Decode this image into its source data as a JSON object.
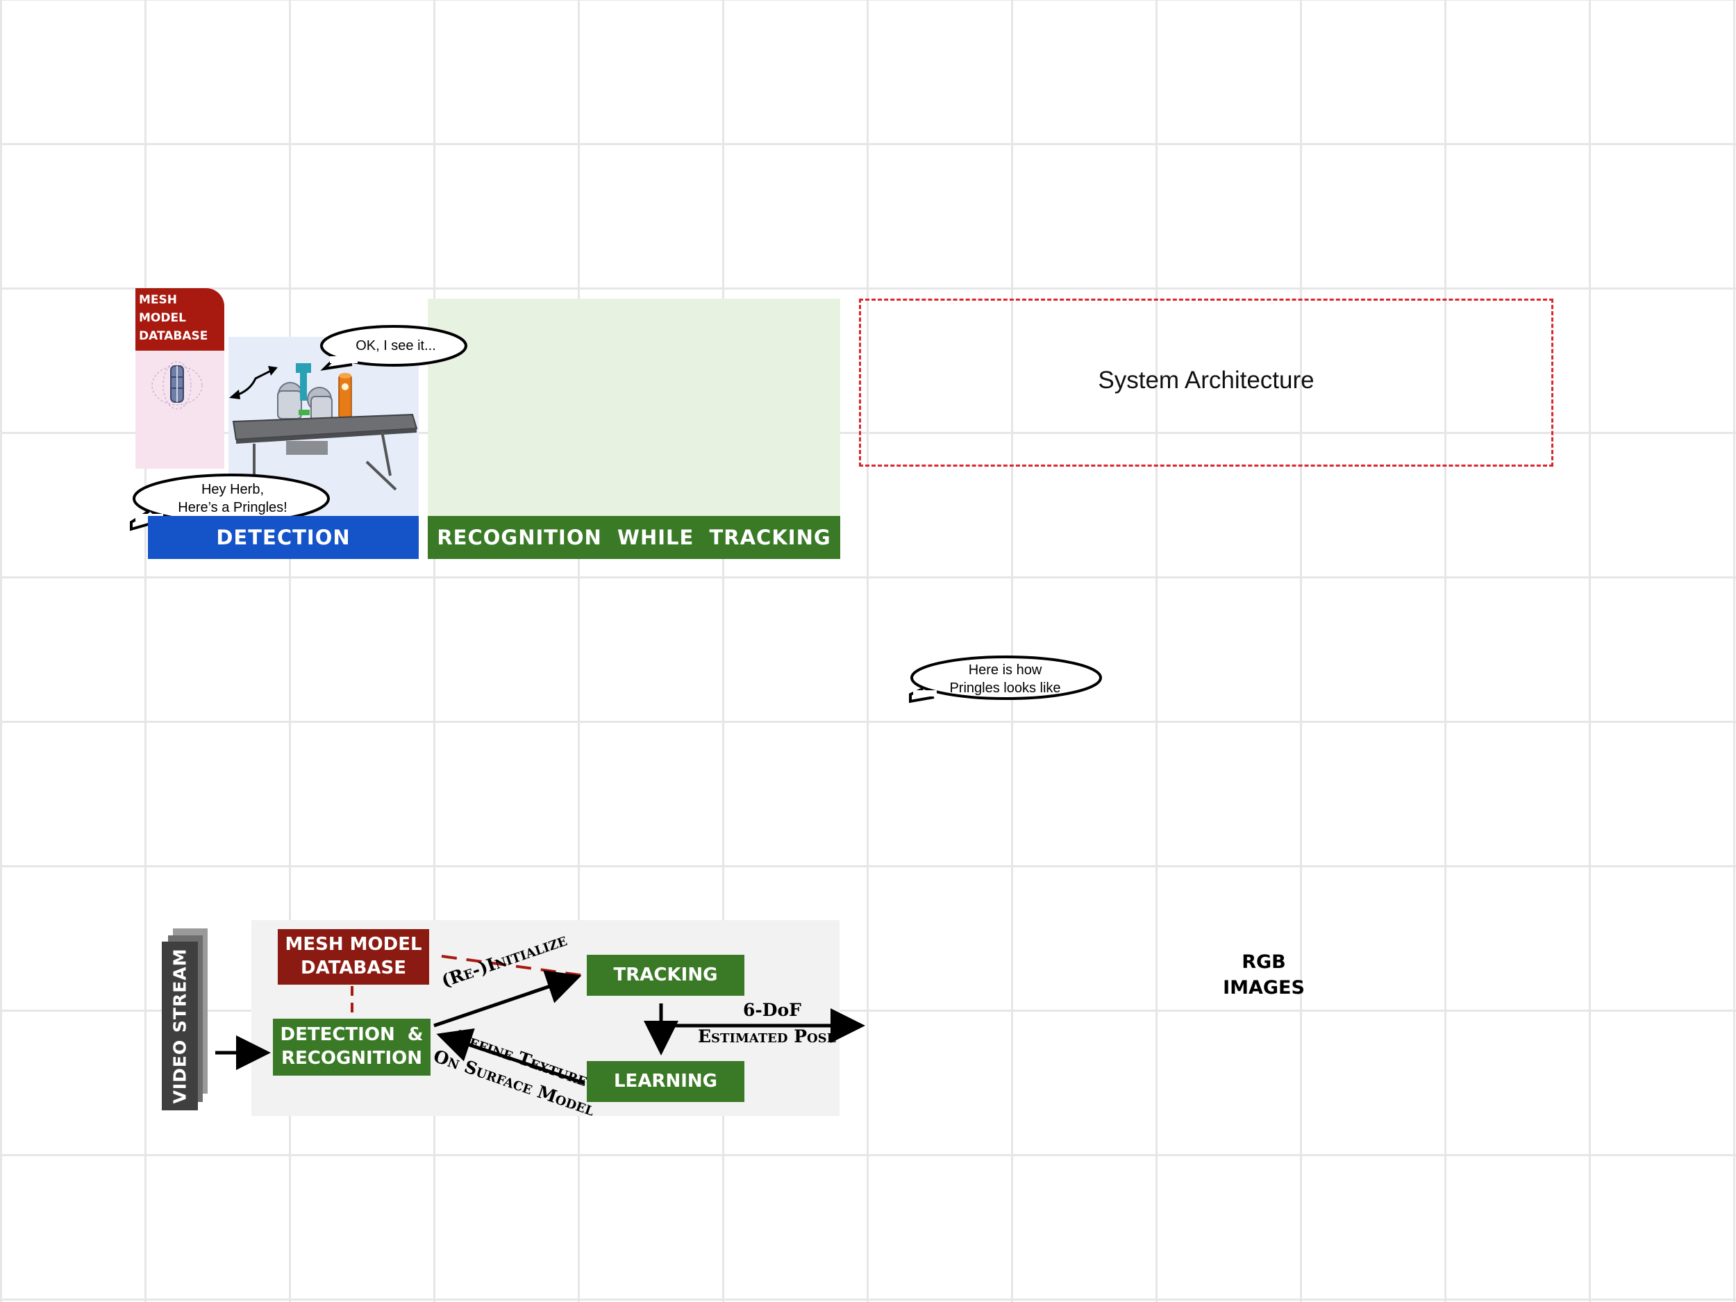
{
  "top_panel": {
    "mesh_db_tab": {
      "line1": "MESH",
      "line2": "MODEL",
      "line3": "DATABASE"
    },
    "detection_banner": "DETECTION",
    "tracking_banner": "RECOGNITION  WHILE  TRACKING",
    "bubble_robot": "OK, I see it...",
    "bubble_human": {
      "line1": "Hey Herb,",
      "line2": "Here’s a Pringles!"
    }
  },
  "system_architecture_title": "System Architecture",
  "bubble_pringles": {
    "line1": "Here is how",
    "line2": "Pringles looks like"
  },
  "flow_diagram": {
    "video_stream": "VIDEO STREAM",
    "mesh_model_db": {
      "line1": "MESH MODEL",
      "line2": "DATABASE"
    },
    "detection_recognition": {
      "line1": "DETECTION  &",
      "line2": "RECOGNITION"
    },
    "tracking": "TRACKING",
    "learning": "LEARNING",
    "reinitialize_label": "(Re-)Initialize",
    "refine_label_line1": "Refine Texture",
    "refine_label_line2": "On Surface Model",
    "pose_label_line1": "6-DoF",
    "pose_label_line2": "Estimated Pose"
  },
  "rgb_images": {
    "line1": "RGB",
    "line2": "IMAGES"
  },
  "colors": {
    "blue_banner": "#1553c9",
    "green": "#3a7a26",
    "dark_red": "#8b1a12",
    "dashed_red": "#d9252b",
    "panel_gray": "#f2f2f2"
  },
  "icons": [
    "robot-arm-icon",
    "table-icon",
    "pringles-can-icon",
    "mesh-model-icon",
    "double-arrow-icon"
  ]
}
